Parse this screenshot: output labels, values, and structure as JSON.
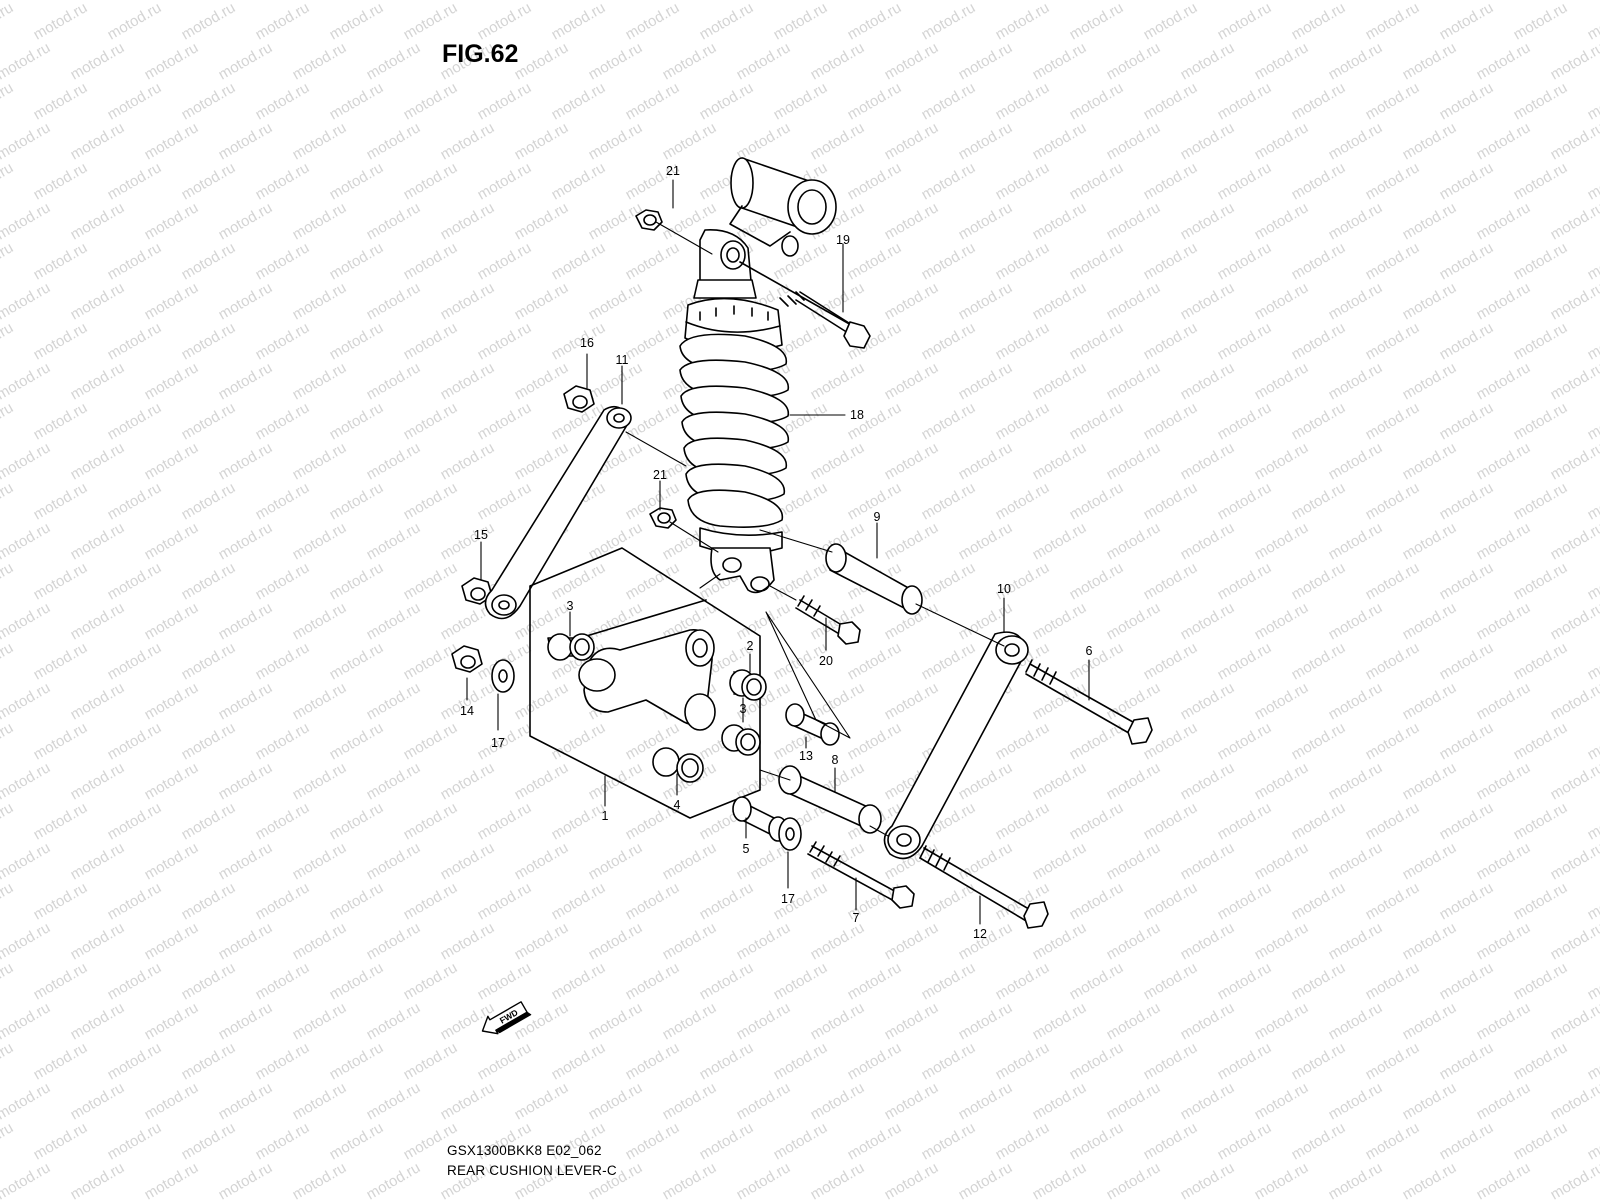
{
  "figure": {
    "title": "FIG.62",
    "model_code": "GSX1300BKK8 E02_062",
    "name": "REAR CUSHION LEVER-C"
  },
  "watermark": {
    "text": "motod.ru"
  },
  "fwd_label": "FWD",
  "callouts": [
    {
      "id": "p21a",
      "label": "21"
    },
    {
      "id": "p19",
      "label": "19"
    },
    {
      "id": "p16",
      "label": "16"
    },
    {
      "id": "p11",
      "label": "11"
    },
    {
      "id": "p18",
      "label": "18"
    },
    {
      "id": "p21b",
      "label": "21"
    },
    {
      "id": "p9",
      "label": "9"
    },
    {
      "id": "p15",
      "label": "15"
    },
    {
      "id": "p10",
      "label": "10"
    },
    {
      "id": "p3a",
      "label": "3"
    },
    {
      "id": "p2",
      "label": "2"
    },
    {
      "id": "p20",
      "label": "20"
    },
    {
      "id": "p6",
      "label": "6"
    },
    {
      "id": "p14",
      "label": "14"
    },
    {
      "id": "p3b",
      "label": "3"
    },
    {
      "id": "p17a",
      "label": "17"
    },
    {
      "id": "p13",
      "label": "13"
    },
    {
      "id": "p8",
      "label": "8"
    },
    {
      "id": "p4",
      "label": "4"
    },
    {
      "id": "p1",
      "label": "1"
    },
    {
      "id": "p5",
      "label": "5"
    },
    {
      "id": "p17b",
      "label": "17"
    },
    {
      "id": "p7",
      "label": "7"
    },
    {
      "id": "p12",
      "label": "12"
    }
  ]
}
